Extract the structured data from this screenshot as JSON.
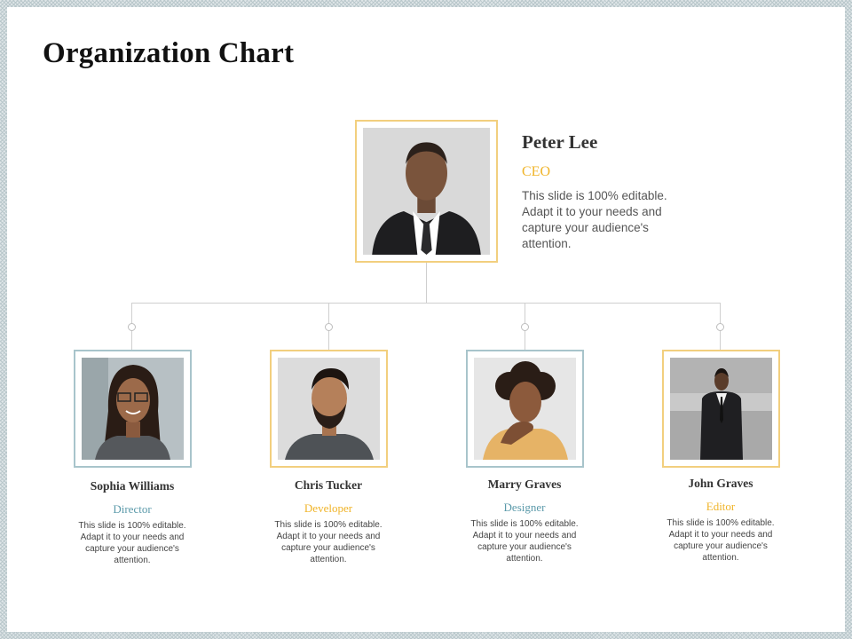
{
  "title": "Organization Chart",
  "ceo": {
    "name": "Peter Lee",
    "role": "CEO",
    "description": "This slide is 100% editable. Adapt it to your needs and capture your audience's attention."
  },
  "members": [
    {
      "name": "Sophia Williams",
      "role": "Director",
      "description": "This slide is 100% editable. Adapt it to your needs and capture your audience's attention."
    },
    {
      "name": "Chris Tucker",
      "role": "Developer",
      "description": "This slide is 100% editable. Adapt it to your needs and capture your audience's attention."
    },
    {
      "name": "Marry Graves",
      "role": "Designer",
      "description": "This slide is 100% editable. Adapt it to your needs and capture your audience's attention."
    },
    {
      "name": "John Graves",
      "role": "Editor",
      "description": "This slide is 100% editable. Adapt it to your needs and capture your audience's attention."
    }
  ],
  "colors": {
    "gold_accent": "#f0b429",
    "teal_accent": "#5b9aaa",
    "gold_frame": "#f2cf7e",
    "teal_frame": "#a8c4cb"
  }
}
